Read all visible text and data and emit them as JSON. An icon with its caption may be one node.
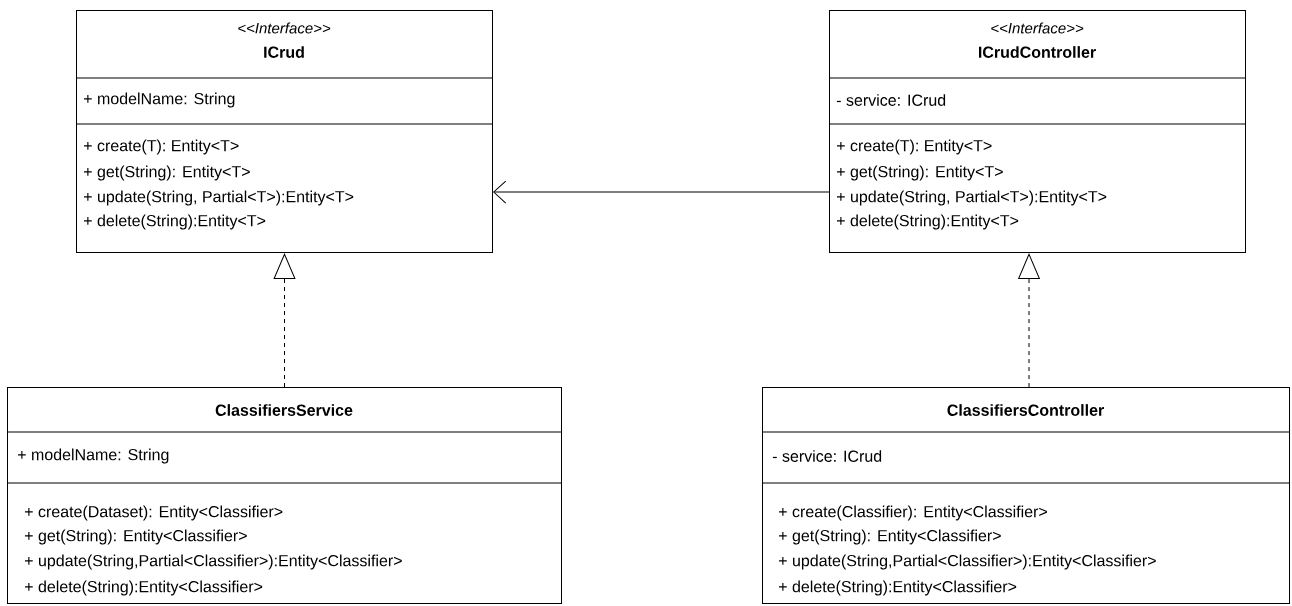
{
  "diagram": {
    "nodes": [
      {
        "text": [
          "<<Interface>>",
          "ICrud",
          "+ modelName: String",
          "+ create(T): Entity<T>",
          "+ get(String): Entity<T>",
          "+ update(String, Partial<T>):Entity<T>",
          "+ delete(String):Entity<T>"
        ]
      },
      {
        "text": [
          "<<Interface>>",
          "ICrudController",
          "- service: ICrud",
          "+ create(T): Entity<T>",
          "+ get(String): Entity<T>",
          "+ update(String, Partial<T>):Entity<T>",
          "+ delete(String):Entity<T>"
        ]
      },
      {
        "text": [
          "ClassifiersService",
          "+ modelName: String",
          "+ create(Dataset): Entity<Classifier>",
          "+ get(String): Entity<Classifier>",
          "+ update(String,Partial<Classifier>):Entity<Classifier>",
          "+ delete(String):Entity<Classifier>"
        ]
      },
      {
        "text": [
          "ClassifiersController",
          "- service: ICrud",
          "+ create(Classifier): Entity<Classifier>",
          "+ get(String): Entity<Classifier>",
          "+ update(String,Partial<Classifier>):Entity<Classifier>",
          "+ delete(String):Entity<Classifier>"
        ]
      }
    ],
    "edges": [
      {
        "from": 1,
        "to": 0,
        "arrow": "to"
      },
      {
        "from": 2,
        "to": 0,
        "arrow": "to",
        "style": "dashed"
      },
      {
        "from": 3,
        "to": 1,
        "arrow": "to",
        "style": "dashed"
      }
    ]
  }
}
